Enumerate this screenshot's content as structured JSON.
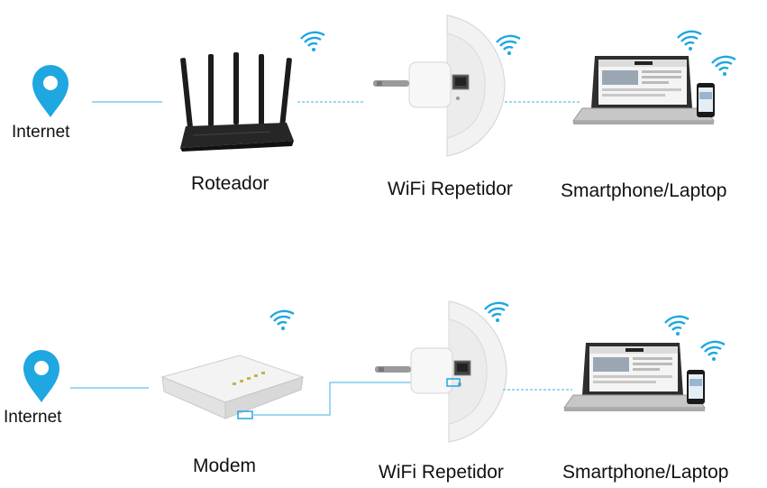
{
  "diagram_1": {
    "internet_label": "Internet",
    "router_label": "Roteador",
    "repeater_label": "WiFi Repetidor",
    "device_label": "Smartphone/Laptop"
  },
  "diagram_2": {
    "internet_label": "Internet",
    "modem_label": "Modem",
    "repeater_label": "WiFi Repetidor",
    "device_label": "Smartphone/Laptop"
  },
  "colors": {
    "accent_blue": "#1ea7e1",
    "connection_line": "#7fcbe9",
    "router_black": "#1c1c1c",
    "device_white": "#f4f4f4"
  },
  "icons": [
    "location-pin-icon",
    "wifi-signal-icon"
  ]
}
